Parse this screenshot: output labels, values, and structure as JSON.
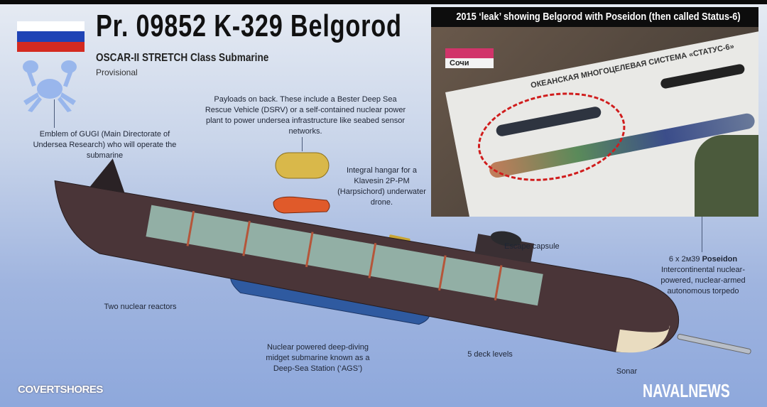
{
  "header": {
    "title": "Pr. 09852 K-329 Belgorod",
    "subtitle": "OSCAR-II STRETCH Class Submarine",
    "status": "Provisional"
  },
  "flag_colors": [
    "#ffffff",
    "#1f43b5",
    "#d42a20"
  ],
  "leak_panel": {
    "title": "2015 ‘leak’ showing Belgorod with Poseidon (then called Status-6)",
    "tv_location": "Сочи",
    "document_heading": "ОКЕАНСКАЯ МНОГОЦЕЛЕВАЯ СИСТЕМА «СТАТУС-6»"
  },
  "annotations": {
    "gugi": "Emblem of GUGI (Main Directorate of Undersea Research) who will operate the submarine",
    "payloads": "Payloads on back. These include a Bester Deep Sea Rescue Vehicle (DSRV) or a self-contained nuclear power plant to power undersea infrastructure like seabed sensor networks.",
    "hangar": "Integral hangar for a Klavesin 2P-PM (Harpsichord) underwater drone.",
    "escape_capsule": "Escape capsule",
    "poseidon_count": "6 x 2м39",
    "poseidon_name": "Poseidon",
    "poseidon_desc": "Intercontinental nuclear-powered, nuclear-armed autonomous torpedo",
    "reactors": "Two nuclear reactors",
    "ags": "Nuclear powered deep-diving midget submarine known as a Deep-Sea Station (‘AGS’)",
    "decks": "5 deck levels",
    "sonar": "Sonar"
  },
  "credits": {
    "left": "COVERTSHORES",
    "right": "NAVALNEWS"
  }
}
